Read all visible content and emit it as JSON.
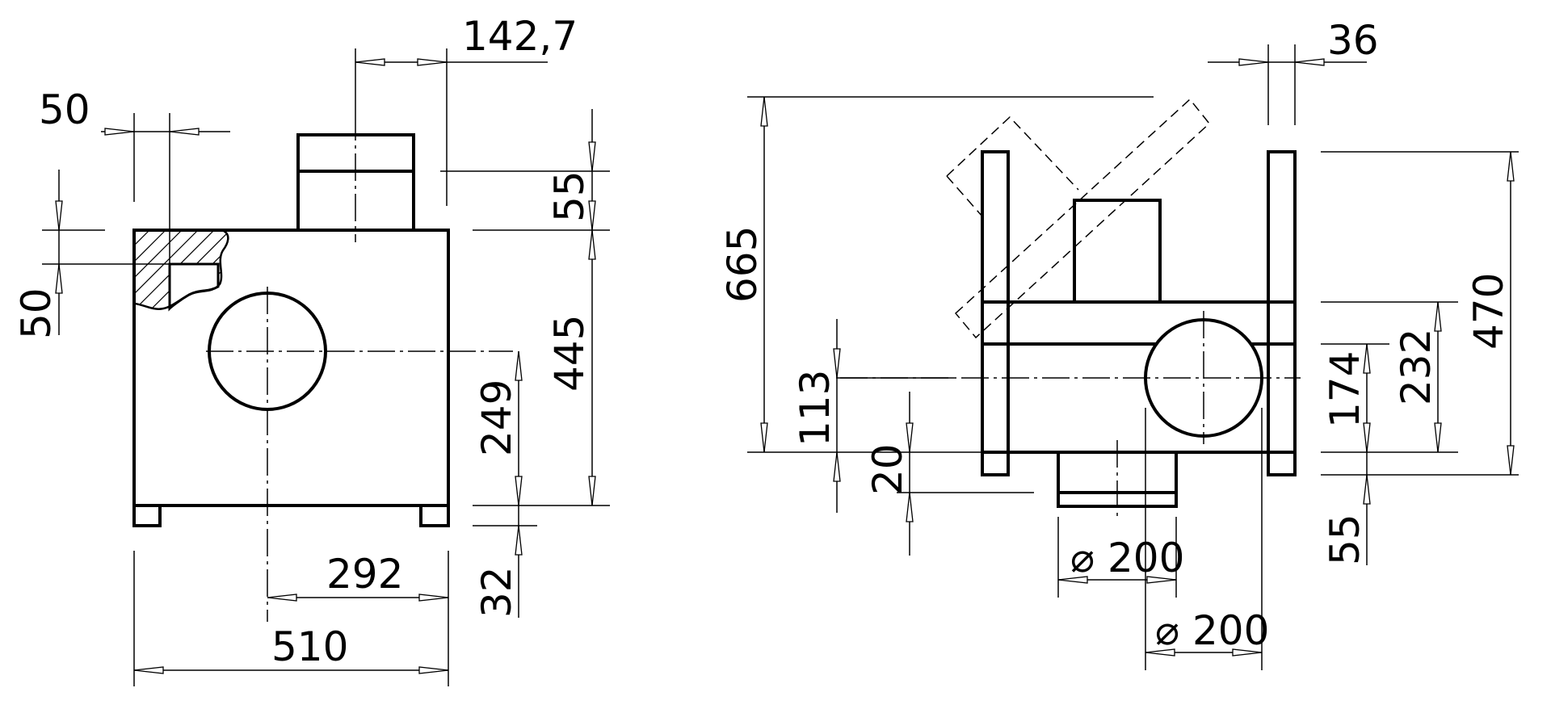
{
  "dimensions": {
    "left_top_width": "142,7",
    "left_offset_x": "50",
    "left_offset_y": "50",
    "left_cap_height": "55",
    "left_body_height": "445",
    "left_hole_height": "249",
    "left_leg_height": "32",
    "left_hole_x": "292",
    "left_total_width": "510",
    "right_leg_width": "36",
    "right_total_height": "665",
    "right_frame_height": "470",
    "right_upper_height": "232",
    "right_hole_height": "174",
    "right_pipe_height": "113",
    "right_offset_small": "20",
    "right_bottom_leg": "55",
    "right_dia_outlet": "⌀ 200",
    "right_dia_hole": "⌀ 200"
  },
  "colors": {
    "line": "#000000",
    "background": "#ffffff"
  }
}
